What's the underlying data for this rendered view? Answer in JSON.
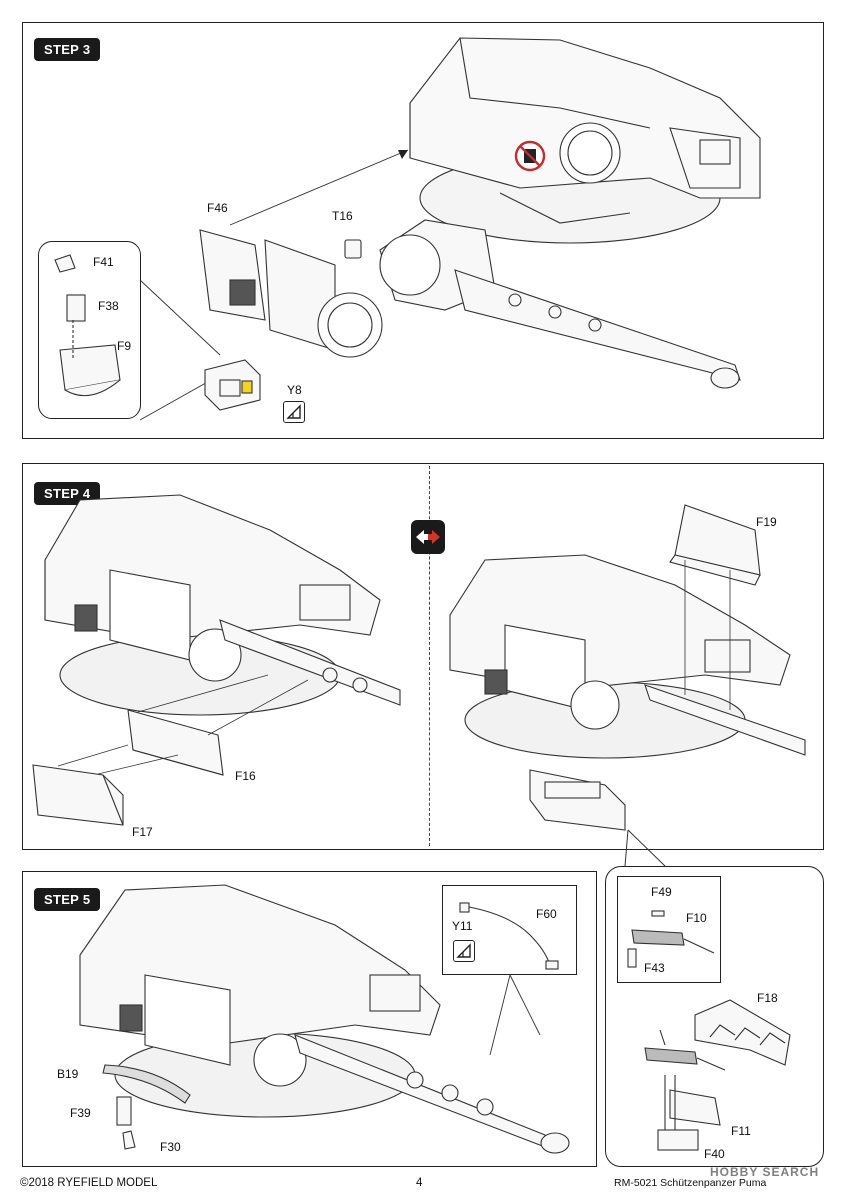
{
  "steps": {
    "step3": {
      "title": "STEP 3",
      "labels": {
        "f46": "F46",
        "t16": "T16",
        "f41": "F41",
        "f38": "F38",
        "f9": "F9",
        "y8": "Y8"
      }
    },
    "step4": {
      "title": "STEP 4",
      "labels": {
        "f16": "F16",
        "f17": "F17",
        "f19": "F19"
      }
    },
    "step5": {
      "title": "STEP 5",
      "labels": {
        "b19": "B19",
        "f39": "F39",
        "f30": "F30",
        "y11": "Y11",
        "f60": "F60",
        "f49": "F49",
        "f10": "F10",
        "f43": "F43",
        "f18": "F18",
        "f11": "F11",
        "f40": "F40"
      }
    }
  },
  "icons": {
    "no_glue": "no-glue-icon",
    "paint": "paint-icon",
    "alternative": "alternative-option-icon"
  },
  "footer": {
    "copyright": "©2018 RYEFIELD MODEL",
    "page_number": "4",
    "product_code": "RM-5021 Schützenpanzer Puma",
    "watermark": "HOBBY SEARCH"
  },
  "colors": {
    "badge": "#1a1a1a",
    "alt_icon": "#d6322a",
    "paint_marker": "#f2d422"
  }
}
